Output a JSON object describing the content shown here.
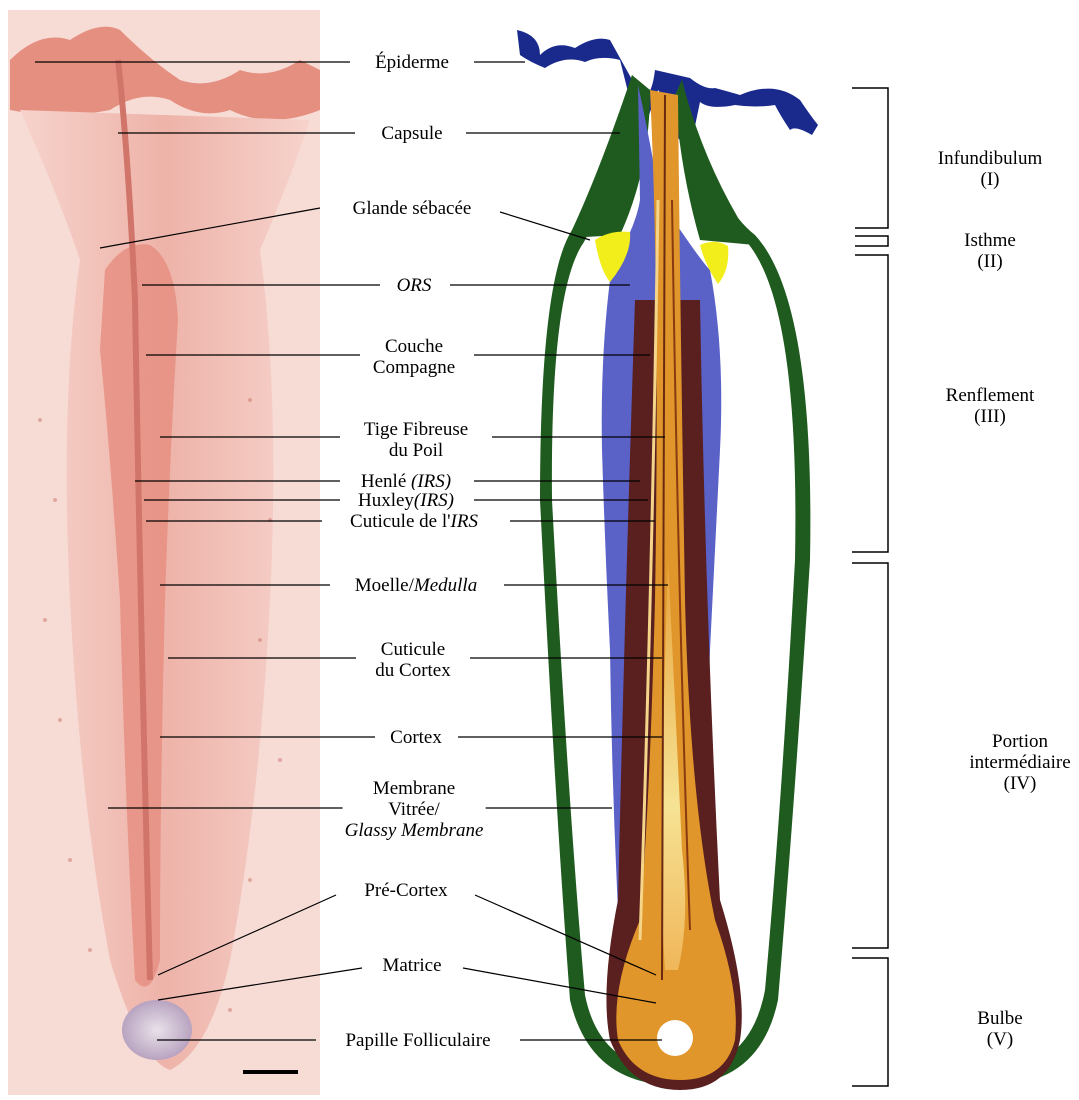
{
  "labels": {
    "epiderme": "Épiderme",
    "capsule": "Capsule",
    "glande": "Glande sébacée",
    "ors": "ORS",
    "couche_1": "Couche",
    "couche_2": "Compagne",
    "tige_1": "Tige Fibreuse",
    "tige_2": "du Poil",
    "henle": "Henlé",
    "henle_irs": "(IRS)",
    "huxley": "Huxley",
    "huxley_irs": "(IRS)",
    "cuticule_irs": "Cuticule de l'",
    "cuticule_irs_it": "IRS",
    "moelle": "Moelle/",
    "moelle_it": "Medulla",
    "cuticule_cortex_1": "Cuticule",
    "cuticule_cortex_2": "du Cortex",
    "cortex": "Cortex",
    "membrane_1": "Membrane",
    "membrane_2": "Vitrée/",
    "membrane_3": "Glassy Membrane",
    "pre_cortex": "Pré-Cortex",
    "matrice": "Matrice",
    "papille": "Papille Folliculaire"
  },
  "regions": {
    "infundibulum": "Infundibulum",
    "infundibulum_num": "(I)",
    "isthme": "Isthme",
    "isthme_num": "(II)",
    "renflement": "Renflement",
    "renflement_num": "(III)",
    "portion_1": "Portion",
    "portion_2": "intermédiaire",
    "portion_num": "(IV)",
    "bulbe": "Bulbe",
    "bulbe_num": "(V)"
  },
  "colors": {
    "histology_bg": "#f3c9c3",
    "histology_tissue": "#e69a8e",
    "dermis_green": "#1f5b1f",
    "ors_blue": "#5a62c8",
    "epidermis_blue": "#1a2a8c",
    "sebaceous_yellow": "#f2ee1c",
    "hair_orange": "#e0962a",
    "hair_dark": "#5a1f1f",
    "precortex_light": "#f4e08a"
  }
}
